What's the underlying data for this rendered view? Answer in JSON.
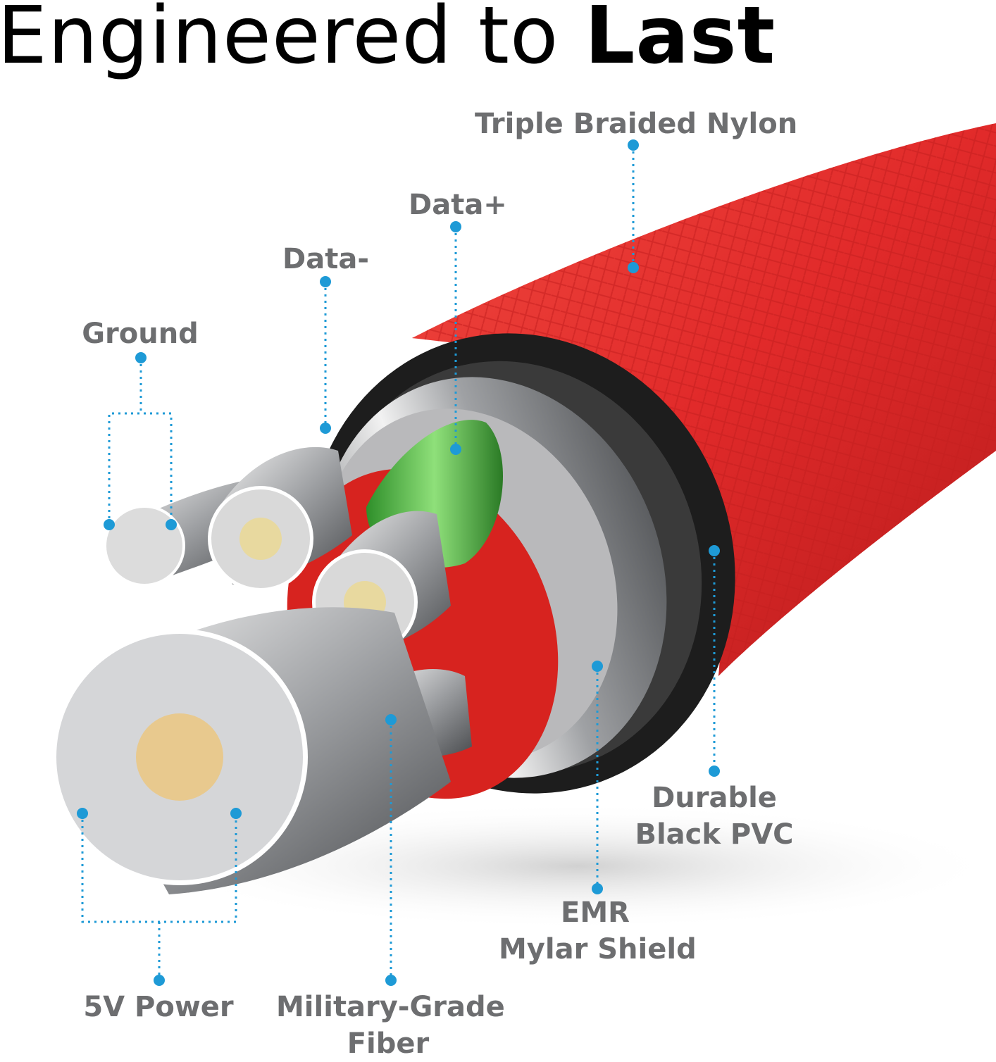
{
  "title": {
    "regular": "Engineered to ",
    "bold": "Last"
  },
  "colors": {
    "accent": "#1e9ad6",
    "label": "#6d6e70",
    "jacket": "#e12a2a",
    "pvc": "#222222"
  },
  "labels": {
    "triple_braided_nylon": "Triple Braided Nylon",
    "data_plus": "Data+",
    "data_minus": "Data-",
    "ground": "Ground",
    "durable_black_pvc": {
      "line1": "Durable",
      "line2": "Black PVC"
    },
    "emr_mylar_shield": {
      "line1": "EMR",
      "line2": "Mylar Shield"
    },
    "power_5v": "5V Power",
    "military_grade_fiber": {
      "line1": "Military-Grade",
      "line2": "Fiber"
    }
  }
}
